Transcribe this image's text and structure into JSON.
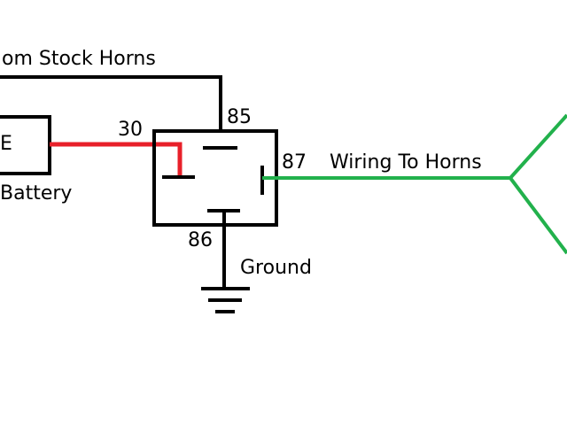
{
  "labels": {
    "top_wire": "om Stock Horns",
    "pin_30": "30",
    "pin_85": "85",
    "pin_87": "87",
    "pin_86": "86",
    "battery_box_text": "E",
    "battery": "Battery",
    "horn_wiring": "Wiring To Horns",
    "ground": "Ground"
  },
  "colors": {
    "wire_black": "#000000",
    "wire_red": "#e8202a",
    "wire_green": "#22b14c"
  },
  "icons": [
    "ground-symbol-icon",
    "relay-icon"
  ]
}
